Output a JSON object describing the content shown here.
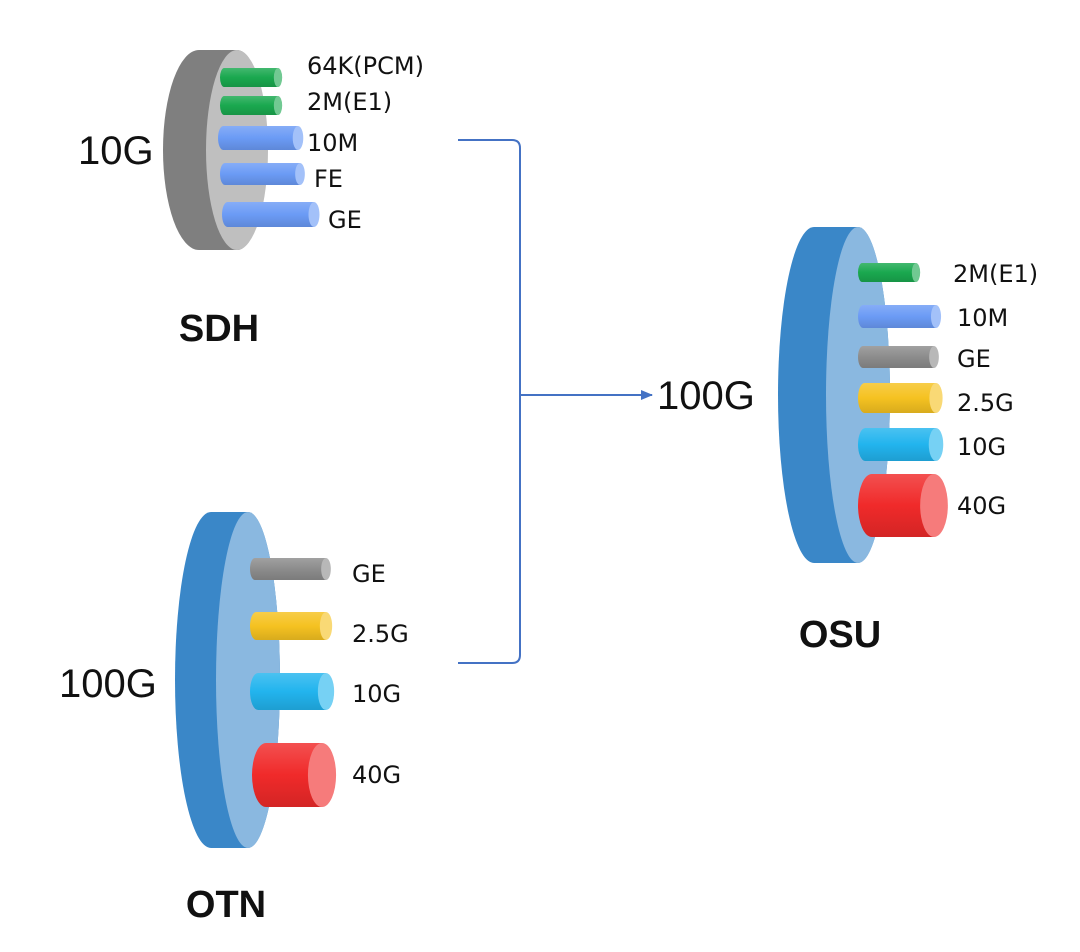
{
  "sdh": {
    "title": "SDH",
    "capacity": "10G",
    "disc_color": "#7f7f7f",
    "disc_face_color": "#bfbfbf",
    "channels": [
      {
        "label": "64K(PCM)",
        "color": "#1aa84f"
      },
      {
        "label": "2M(E1)",
        "color": "#1aa84f"
      },
      {
        "label": "10M",
        "color": "#6b9bf5"
      },
      {
        "label": "FE",
        "color": "#6b9bf5"
      },
      {
        "label": "GE",
        "color": "#6b9bf5"
      }
    ]
  },
  "otn": {
    "title": "OTN",
    "capacity": "100G",
    "disc_color": "#3a87c8",
    "disc_face_color": "#8ab8e0",
    "channels": [
      {
        "label": "GE",
        "color": "#8c8c8c"
      },
      {
        "label": "2.5G",
        "color": "#f5c221"
      },
      {
        "label": "10G",
        "color": "#22b4ee"
      },
      {
        "label": "40G",
        "color": "#f02a2a"
      }
    ]
  },
  "osu": {
    "title": "OSU",
    "capacity": "100G",
    "disc_color": "#3a87c8",
    "disc_face_color": "#8ab8e0",
    "channels": [
      {
        "label": "2M(E1)",
        "color": "#1aa84f"
      },
      {
        "label": "10M",
        "color": "#6b9bf5"
      },
      {
        "label": "GE",
        "color": "#8c8c8c"
      },
      {
        "label": "2.5G",
        "color": "#f5c221"
      },
      {
        "label": "10G",
        "color": "#22b4ee"
      },
      {
        "label": "40G",
        "color": "#f02a2a"
      }
    ]
  },
  "connector_color": "#4472c4"
}
